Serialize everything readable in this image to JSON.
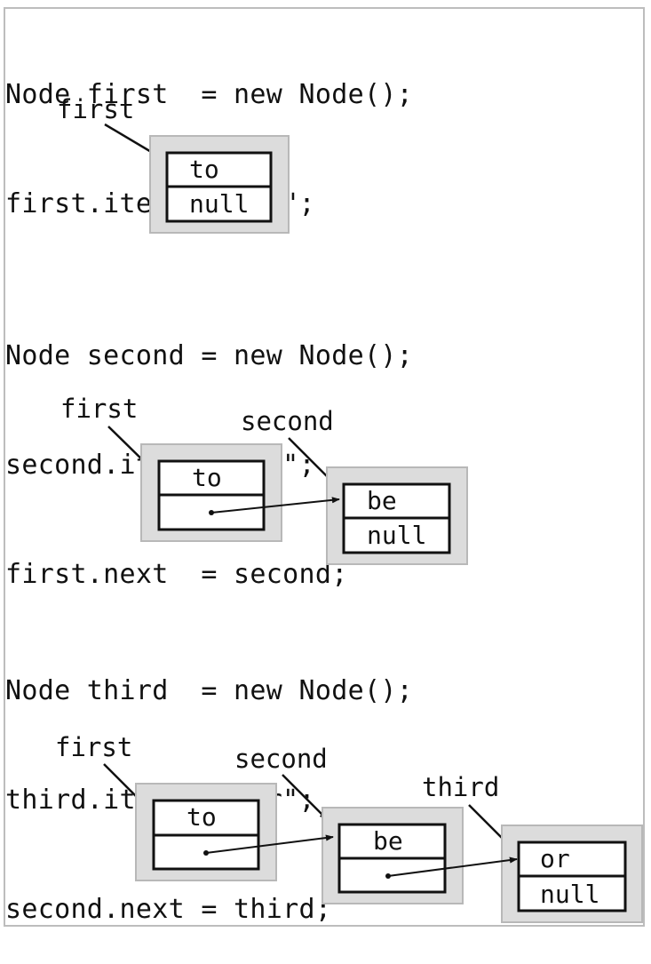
{
  "step1": {
    "code": [
      "Node first  = new Node();",
      "first.item  = \"to\";"
    ],
    "nodes": [
      {
        "var": "first",
        "item": "to",
        "next": "null"
      }
    ]
  },
  "step2": {
    "code": [
      "Node second = new Node();",
      "second.item = \"be\";",
      "first.next  = second;"
    ],
    "nodes": [
      {
        "var": "first",
        "item": "to",
        "next": ""
      },
      {
        "var": "second",
        "item": "be",
        "next": "null"
      }
    ]
  },
  "step3": {
    "code": [
      "Node third  = new Node();",
      "third.item  = \"or\";",
      "second.next = third;"
    ],
    "nodes": [
      {
        "var": "first",
        "item": "to",
        "next": ""
      },
      {
        "var": "second",
        "item": "be",
        "next": ""
      },
      {
        "var": "third",
        "item": "or",
        "next": "null"
      }
    ]
  },
  "colors": {
    "node_shadow": "#dcdcdc",
    "node_shadow_border": "#b8b8b8",
    "line": "#111111"
  }
}
